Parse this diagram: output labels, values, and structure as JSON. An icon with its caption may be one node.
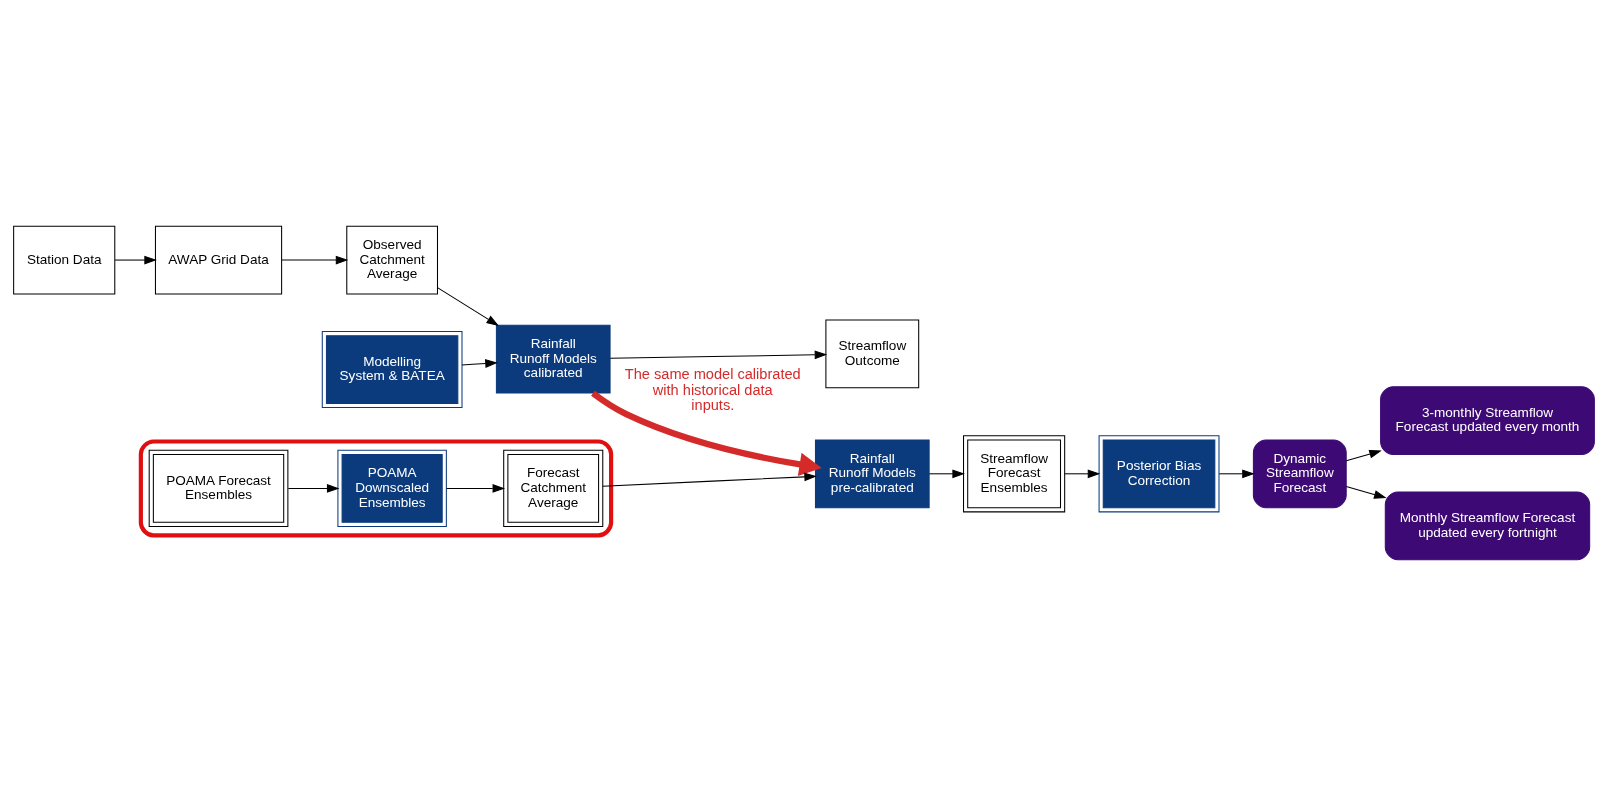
{
  "diagram": {
    "nodes": [
      {
        "text": [
          "Modelling System & BATEA"
        ]
      },
      {
        "text": [
          "Station Data"
        ]
      },
      {
        "text": [
          "AWAP Grid Data"
        ]
      },
      {
        "text": [
          "Observed Catchment Average"
        ]
      },
      {
        "text": [
          "Rainfall Runoff Models calibrated"
        ]
      },
      {
        "text": [
          "Streamflow Outcome"
        ]
      },
      {
        "text": [],
        "shape": "ellipse"
      },
      {
        "text": [
          "POAMA Forecast Ensembles"
        ],
        "in": 6
      },
      {
        "text": [
          "POAMA Downscaled Ensembles"
        ],
        "in": 6
      },
      {
        "text": [
          "Forecast Catchment Average"
        ],
        "in": 6
      },
      {
        "text": [
          "Rainfall Runoff Models pre-calibrated"
        ]
      },
      {
        "text": [
          "Streamflow Forecast Ensembles"
        ]
      },
      {
        "text": [
          "Posterior Bias Correction"
        ]
      },
      {
        "text": [
          "Dynamic Streamflow Forecast"
        ]
      },
      {
        "text": [
          "3-monthly Streamflow Forecast updated every month"
        ]
      },
      {
        "text": [
          "Monthly Streamflow Forecast updated every fortnight"
        ]
      }
    ],
    "edges": [
      {
        "from": 0,
        "to": 4,
        "arrow": "to"
      },
      {
        "from": 1,
        "to": 2,
        "arrow": "to"
      },
      {
        "from": 2,
        "to": 3,
        "arrow": "to"
      },
      {
        "from": 3,
        "to": 4,
        "arrow": "to"
      },
      {
        "from": 4,
        "to": 5,
        "arrow": "to"
      },
      {
        "from": 4,
        "to": 10,
        "arrow": "to",
        "label": "The same model calibrated with historical data inputs.",
        "style": "thick",
        "color": "#d42a2a"
      },
      {
        "from": 7,
        "to": 8,
        "arrow": "to"
      },
      {
        "from": 8,
        "to": 9,
        "arrow": "to"
      },
      {
        "from": 9,
        "to": 10,
        "arrow": "to"
      },
      {
        "from": 10,
        "to": 11,
        "arrow": "to"
      },
      {
        "from": 11,
        "to": 12,
        "arrow": "to"
      },
      {
        "from": 12,
        "to": 13,
        "arrow": "to"
      },
      {
        "from": 13,
        "to": 14,
        "arrow": "to"
      },
      {
        "from": 13,
        "to": 15,
        "arrow": "to"
      }
    ]
  }
}
